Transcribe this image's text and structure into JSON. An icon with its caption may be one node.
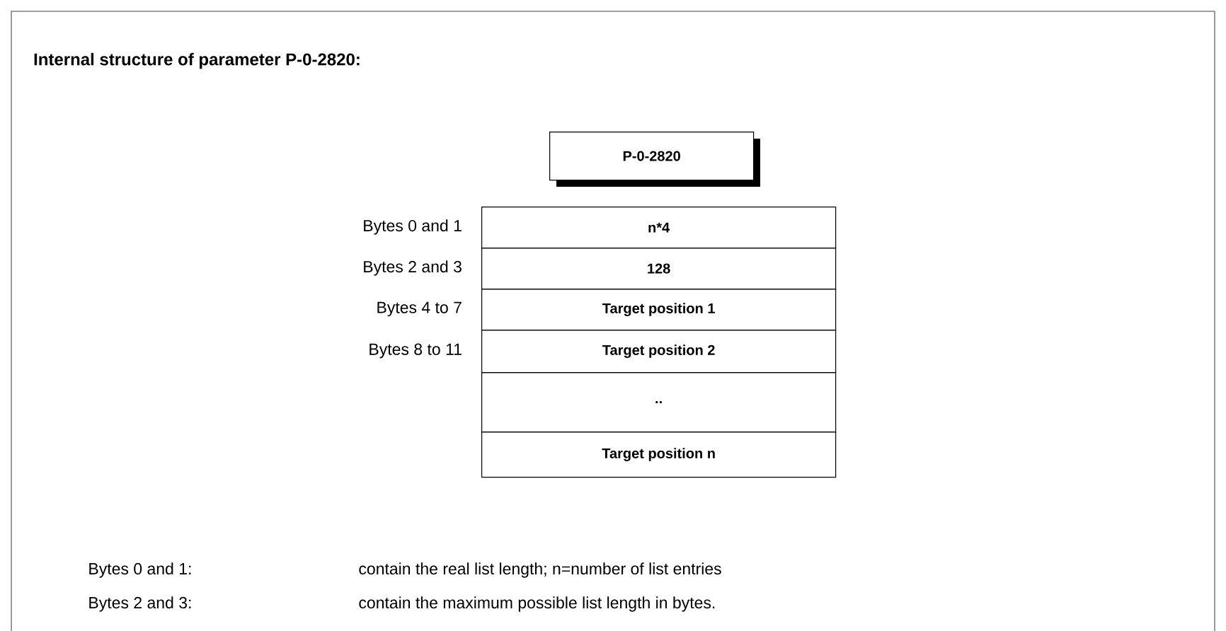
{
  "diagram": {
    "title": "Internal structure of parameter P-0-2820:",
    "nodes": [
      {
        "text": [
          "P-0-2820"
        ]
      },
      {
        "text": [
          "n*4"
        ],
        "beside": [
          "Bytes 0 and 1"
        ]
      },
      {
        "text": [
          "128"
        ],
        "beside": [
          "Bytes 2 and 3"
        ]
      },
      {
        "text": [
          "Target position 1"
        ],
        "beside": [
          "Bytes 4 to 7"
        ]
      },
      {
        "text": [
          "Target position 2"
        ],
        "beside": [
          "Bytes 8 to 11"
        ]
      },
      {
        "text": [
          ".."
        ]
      },
      {
        "text": [
          "Target position n"
        ]
      }
    ],
    "labels": [
      "Bytes 0 and 1:",
      "contain the real list length; n=number of list entries",
      "Bytes 2 and 3:",
      "contain the maximum possible list length in bytes."
    ]
  }
}
